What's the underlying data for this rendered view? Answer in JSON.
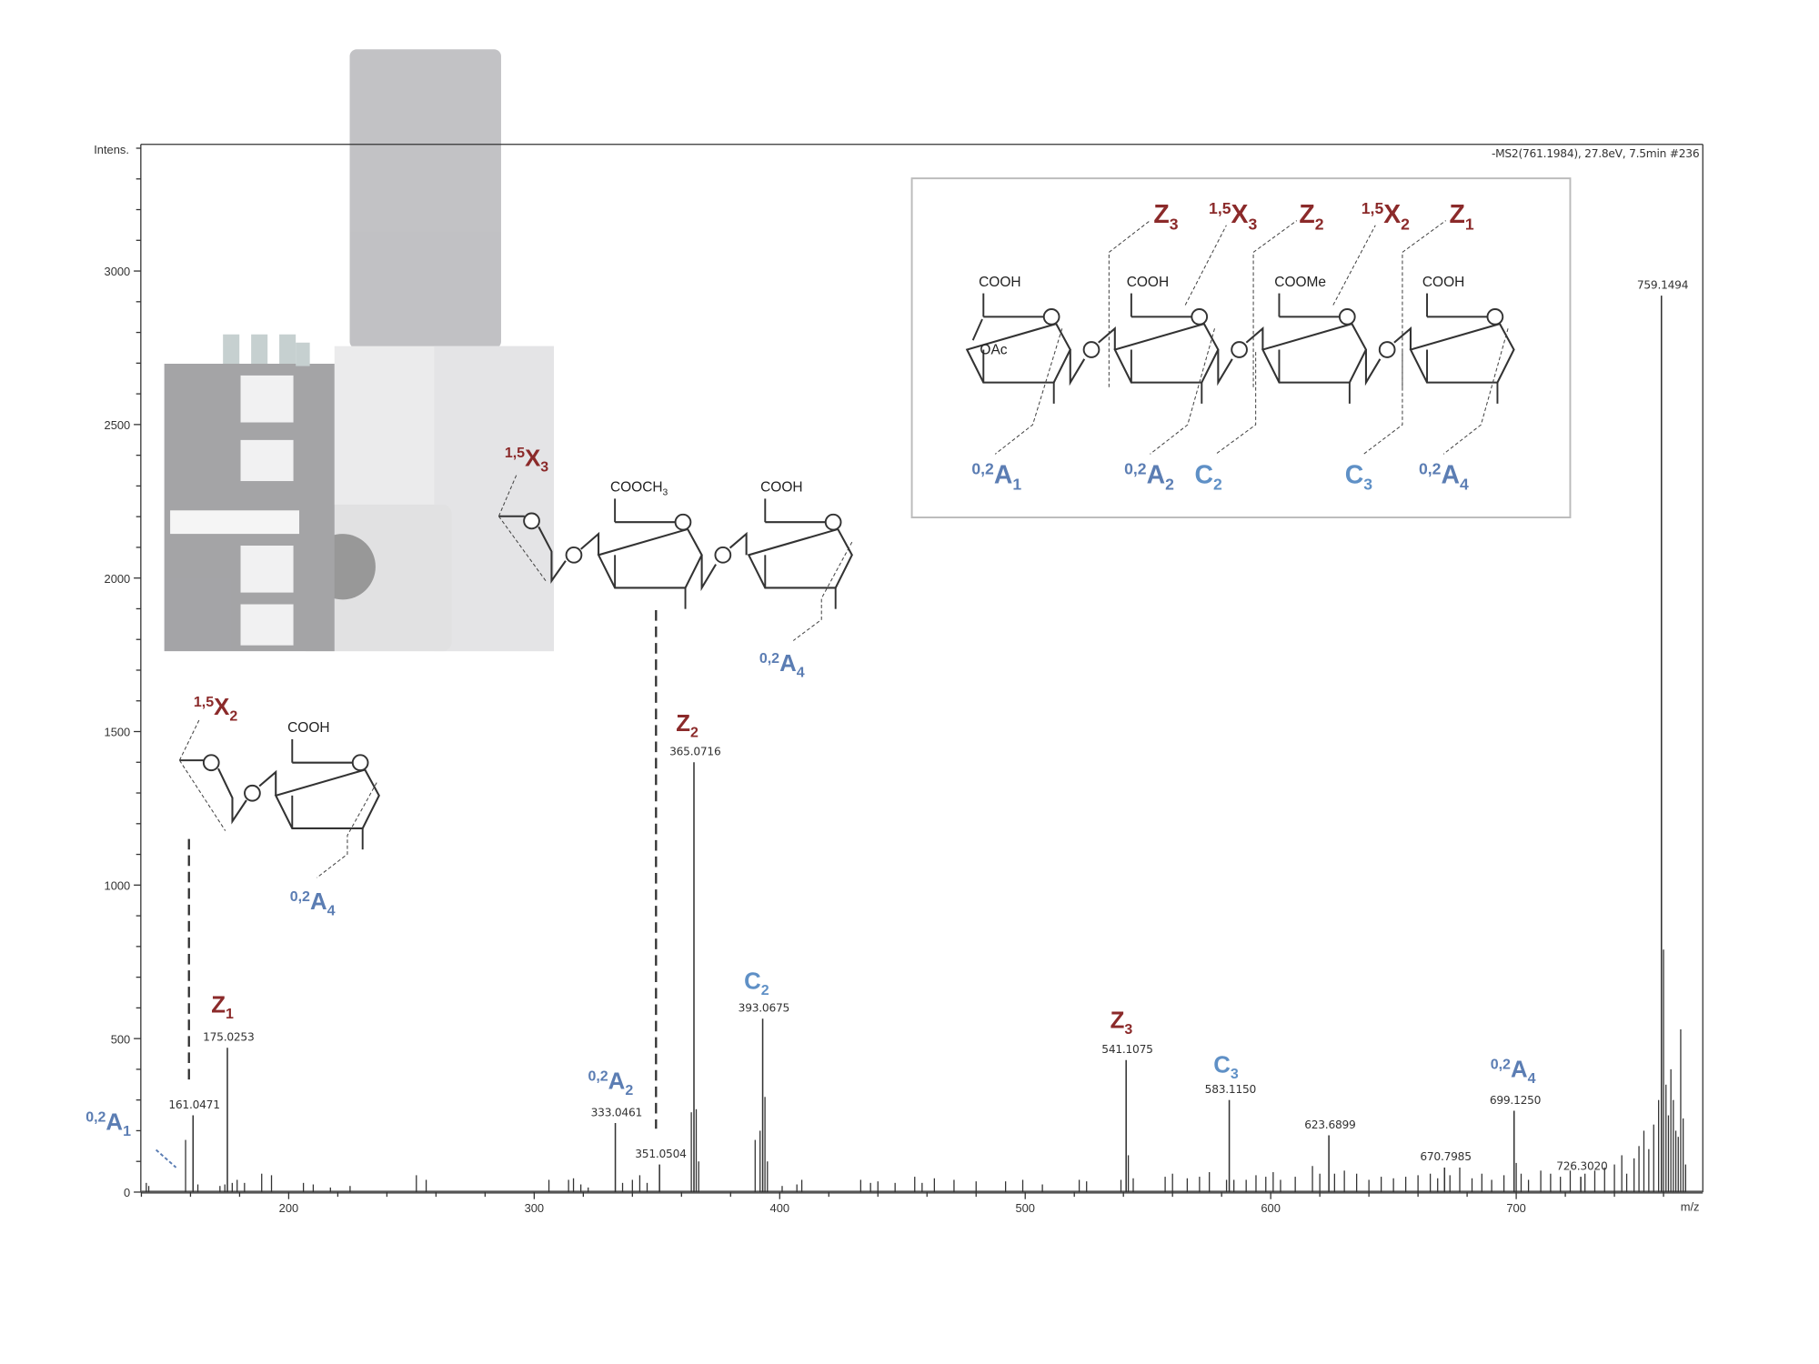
{
  "chart_data": {
    "type": "bar",
    "title": "-MS2(761.1984), 27.8eV, 7.5min #236",
    "xlabel": "m/z",
    "ylabel": "Intens.",
    "xlim": [
      140,
      775
    ],
    "ylim": [
      0,
      3400
    ],
    "xticks": [
      200,
      300,
      400,
      500,
      600,
      700
    ],
    "yticks": [
      0,
      500,
      1000,
      1500,
      2000,
      2500,
      3000
    ],
    "grid": false,
    "labeled_peaks": [
      {
        "mz": 161.0471,
        "intensity": 250,
        "label": "161.0471"
      },
      {
        "mz": 175.0253,
        "intensity": 470,
        "label": "175.0253"
      },
      {
        "mz": 333.0461,
        "intensity": 225,
        "label": "333.0461"
      },
      {
        "mz": 351.0504,
        "intensity": 90,
        "label": "351.0504"
      },
      {
        "mz": 365.0716,
        "intensity": 1400,
        "label": "365.0716"
      },
      {
        "mz": 393.0675,
        "intensity": 565,
        "label": "393.0675"
      },
      {
        "mz": 541.1075,
        "intensity": 430,
        "label": "541.1075"
      },
      {
        "mz": 583.115,
        "intensity": 300,
        "label": "583.1150"
      },
      {
        "mz": 623.6899,
        "intensity": 185,
        "label": "623.6899"
      },
      {
        "mz": 670.7985,
        "intensity": 80,
        "label": "670.7985"
      },
      {
        "mz": 699.125,
        "intensity": 265,
        "label": "699.1250"
      },
      {
        "mz": 726.302,
        "intensity": 50,
        "label": "726.3020"
      },
      {
        "mz": 759.1494,
        "intensity": 2920,
        "label": "759.1494"
      }
    ],
    "minor_peaks": [
      [
        142,
        30
      ],
      [
        143,
        20
      ],
      [
        158,
        170
      ],
      [
        163,
        25
      ],
      [
        172,
        20
      ],
      [
        174,
        25
      ],
      [
        177,
        30
      ],
      [
        179,
        40
      ],
      [
        182,
        30
      ],
      [
        189,
        60
      ],
      [
        193,
        55
      ],
      [
        206,
        30
      ],
      [
        210,
        25
      ],
      [
        217,
        15
      ],
      [
        225,
        20
      ],
      [
        252,
        55
      ],
      [
        256,
        40
      ],
      [
        306,
        40
      ],
      [
        314,
        40
      ],
      [
        316,
        45
      ],
      [
        319,
        25
      ],
      [
        322,
        15
      ],
      [
        336,
        30
      ],
      [
        340,
        40
      ],
      [
        343,
        55
      ],
      [
        346,
        30
      ],
      [
        364,
        260
      ],
      [
        366,
        270
      ],
      [
        367,
        100
      ],
      [
        390,
        170
      ],
      [
        392,
        200
      ],
      [
        394,
        310
      ],
      [
        395,
        100
      ],
      [
        401,
        20
      ],
      [
        407,
        25
      ],
      [
        409,
        40
      ],
      [
        433,
        40
      ],
      [
        437,
        30
      ],
      [
        440,
        35
      ],
      [
        447,
        30
      ],
      [
        455,
        50
      ],
      [
        458,
        30
      ],
      [
        463,
        45
      ],
      [
        471,
        40
      ],
      [
        480,
        35
      ],
      [
        492,
        35
      ],
      [
        499,
        40
      ],
      [
        507,
        25
      ],
      [
        522,
        40
      ],
      [
        525,
        35
      ],
      [
        539,
        40
      ],
      [
        542,
        120
      ],
      [
        544,
        45
      ],
      [
        557,
        50
      ],
      [
        560,
        60
      ],
      [
        566,
        45
      ],
      [
        571,
        50
      ],
      [
        575,
        65
      ],
      [
        582,
        40
      ],
      [
        585,
        40
      ],
      [
        590,
        40
      ],
      [
        594,
        55
      ],
      [
        598,
        50
      ],
      [
        601,
        65
      ],
      [
        604,
        40
      ],
      [
        610,
        50
      ],
      [
        617,
        85
      ],
      [
        620,
        60
      ],
      [
        626,
        60
      ],
      [
        630,
        70
      ],
      [
        635,
        60
      ],
      [
        640,
        40
      ],
      [
        645,
        50
      ],
      [
        650,
        45
      ],
      [
        655,
        50
      ],
      [
        660,
        55
      ],
      [
        665,
        60
      ],
      [
        668,
        45
      ],
      [
        673,
        55
      ],
      [
        677,
        80
      ],
      [
        682,
        45
      ],
      [
        686,
        60
      ],
      [
        690,
        40
      ],
      [
        695,
        55
      ],
      [
        700,
        95
      ],
      [
        702,
        60
      ],
      [
        705,
        40
      ],
      [
        710,
        70
      ],
      [
        714,
        60
      ],
      [
        718,
        50
      ],
      [
        722,
        70
      ],
      [
        728,
        60
      ],
      [
        732,
        70
      ],
      [
        736,
        80
      ],
      [
        740,
        90
      ],
      [
        743,
        120
      ],
      [
        745,
        60
      ],
      [
        748,
        110
      ],
      [
        750,
        150
      ],
      [
        752,
        200
      ],
      [
        754,
        140
      ],
      [
        756,
        220
      ],
      [
        758,
        300
      ],
      [
        760,
        790
      ],
      [
        761,
        350
      ],
      [
        762,
        250
      ],
      [
        763,
        400
      ],
      [
        764,
        300
      ],
      [
        765,
        200
      ],
      [
        766,
        180
      ],
      [
        767,
        530
      ],
      [
        768,
        240
      ],
      [
        769,
        90
      ]
    ],
    "fragment_annotations": [
      {
        "pre": "0,2",
        "ion": "A",
        "sub": "1",
        "color": "blue"
      },
      {
        "pre": "",
        "ion": "Z",
        "sub": "1",
        "color": "red"
      },
      {
        "pre": "0,2",
        "ion": "A",
        "sub": "2",
        "color": "blue"
      },
      {
        "pre": "",
        "ion": "Z",
        "sub": "2",
        "color": "red"
      },
      {
        "pre": "",
        "ion": "C",
        "sub": "2",
        "color": "lightblue"
      },
      {
        "pre": "",
        "ion": "Z",
        "sub": "3",
        "color": "red"
      },
      {
        "pre": "",
        "ion": "C",
        "sub": "3",
        "color": "lightblue"
      },
      {
        "pre": "0,2",
        "ion": "A",
        "sub": "4",
        "color": "blue"
      }
    ]
  },
  "structures": {
    "inset": {
      "top_labels": [
        {
          "pre": "",
          "ion": "Z",
          "sub": "3"
        },
        {
          "pre": "1,5",
          "ion": "X",
          "sub": "3"
        },
        {
          "pre": "",
          "ion": "Z",
          "sub": "2"
        },
        {
          "pre": "1,5",
          "ion": "X",
          "sub": "2"
        },
        {
          "pre": "",
          "ion": "Z",
          "sub": "1"
        }
      ],
      "bottom_labels": [
        {
          "pre": "0,2",
          "ion": "A",
          "sub": "1"
        },
        {
          "pre": "0,2",
          "ion": "A",
          "sub": "2"
        },
        {
          "pre": "",
          "ion": "C",
          "sub": "2"
        },
        {
          "pre": "",
          "ion": "C",
          "sub": "3"
        },
        {
          "pre": "0,2",
          "ion": "A",
          "sub": "4"
        }
      ],
      "substituents": [
        "COOH",
        "COOH",
        "COOMe",
        "COOH"
      ],
      "ring_label": "OAc"
    },
    "middle": {
      "top": {
        "pre": "1,5",
        "ion": "X",
        "sub": "3"
      },
      "bottom": {
        "pre": "0,2",
        "ion": "A",
        "sub": "4"
      },
      "sub1": "COOCH",
      "sub1_index": "3",
      "sub2": "COOH"
    },
    "left": {
      "top": {
        "pre": "1,5",
        "ion": "X",
        "sub": "2"
      },
      "bottom": {
        "pre": "0,2",
        "ion": "A",
        "sub": "4"
      },
      "sub1": "COOH"
    }
  },
  "colors": {
    "red": "#8b2a2a",
    "blue": "#5b7db3",
    "lightblue": "#5f90c6",
    "peak": "#333333"
  }
}
